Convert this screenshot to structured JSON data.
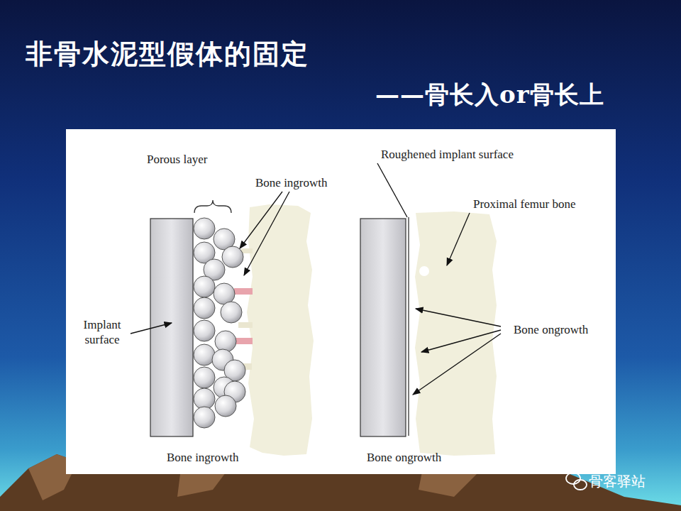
{
  "diagram": {
    "title": "非骨水泥型假体的固定",
    "labels": [
      "——骨长入or骨长上",
      "Porous layer",
      "Bone ingrowth",
      "Implant surface",
      "Roughened implant surface",
      "Proximal femur bone",
      "Bone ongrowth",
      "Bone ingrowth",
      "Bone ongrowth",
      "骨客驿站"
    ]
  }
}
